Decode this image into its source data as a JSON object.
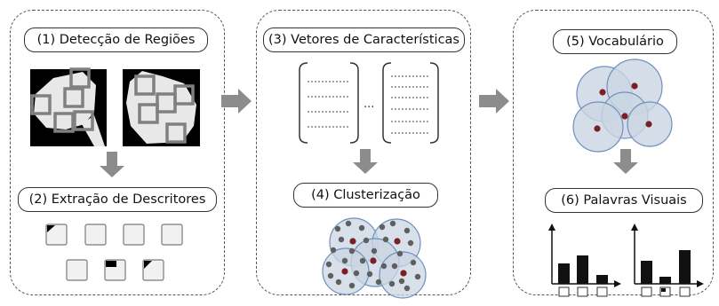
{
  "steps": [
    {
      "label": "(1) Detecção de Regiões"
    },
    {
      "label": "(2) Extração de Descritores"
    },
    {
      "label": "(3) Vetores de Características"
    },
    {
      "label": "(4) Clusterização"
    },
    {
      "label": "(5) Vocabulário"
    },
    {
      "label": "(6) Palavras Visuais"
    }
  ],
  "vector_ellipsis": "...",
  "colors": {
    "arrow": "#8c8c8c",
    "region_box": "#808080",
    "cluster_fill": "#cbd6e2",
    "cluster_stroke": "#6f8fbf",
    "centroid": "#7a1f24",
    "point": "#5f5f5f",
    "bar": "#111111"
  }
}
